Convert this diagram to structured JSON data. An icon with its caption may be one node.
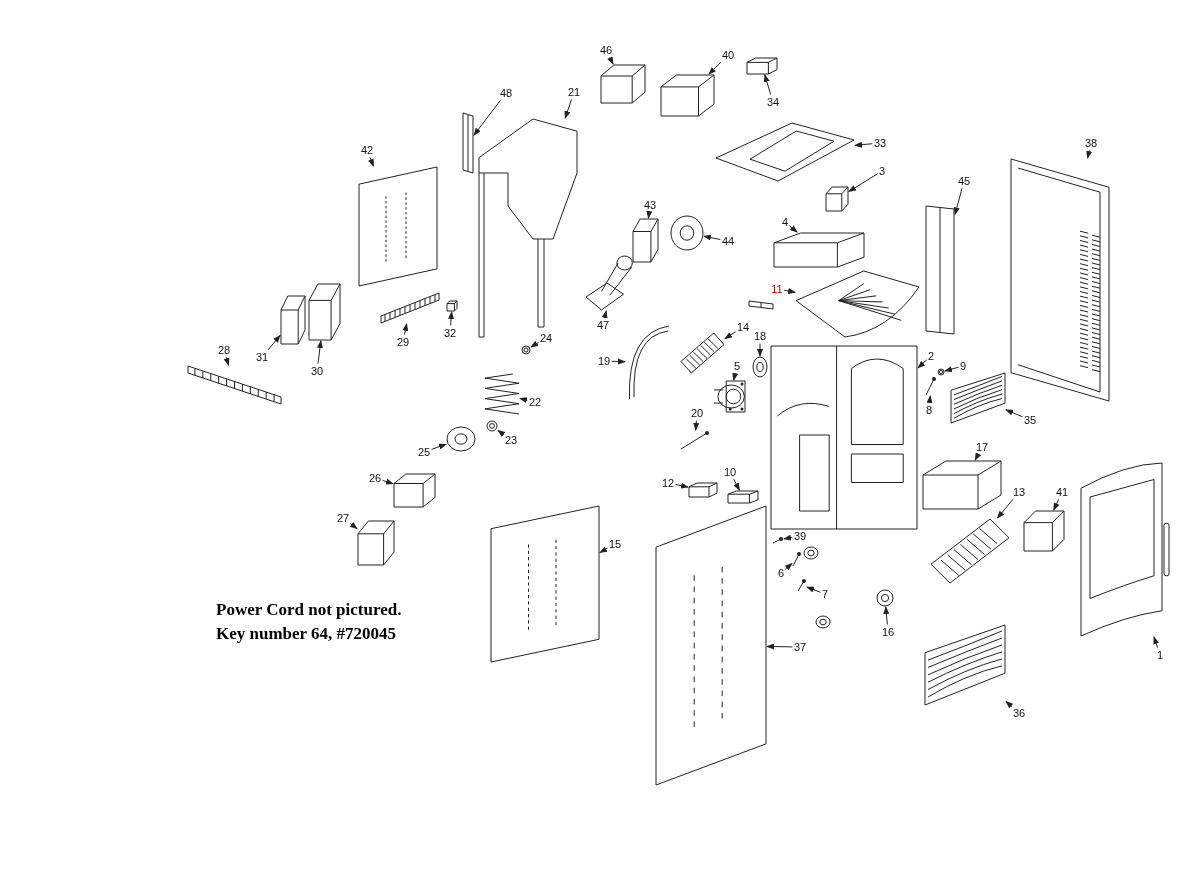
{
  "diagram": {
    "nodes": [
      {
        "text": [
          "46"
        ]
      },
      {
        "text": [],
        "shape": "picture"
      },
      {
        "text": [
          "40"
        ]
      },
      {
        "text": [],
        "shape": "picture"
      },
      {
        "text": [
          "34"
        ]
      },
      {
        "text": [],
        "shape": "picture"
      },
      {
        "text": [
          "48"
        ]
      },
      {
        "text": [],
        "shape": "picture"
      },
      {
        "text": [
          "21"
        ]
      },
      {
        "text": [],
        "shape": "picture"
      },
      {
        "text": [
          "33"
        ]
      },
      {
        "text": [],
        "shape": "picture"
      },
      {
        "text": [
          "42"
        ]
      },
      {
        "text": [],
        "shape": "picture"
      },
      {
        "text": [
          "3"
        ]
      },
      {
        "text": [],
        "shape": "picture"
      },
      {
        "text": [
          "38"
        ]
      },
      {
        "text": [],
        "shape": "picture"
      },
      {
        "text": [
          "45"
        ]
      },
      {
        "text": [],
        "shape": "picture"
      },
      {
        "text": [
          "43"
        ]
      },
      {
        "text": [],
        "shape": "picture"
      },
      {
        "text": [
          "4"
        ]
      },
      {
        "text": [],
        "shape": "picture"
      },
      {
        "text": [
          "44"
        ]
      },
      {
        "text": [],
        "shape": "picture"
      },
      {
        "text": [
          "11"
        ]
      },
      {
        "text": [],
        "shape": "picture"
      },
      {
        "text": [
          "28"
        ]
      },
      {
        "text": [],
        "shape": "picture"
      },
      {
        "text": [
          "31"
        ]
      },
      {
        "text": [],
        "shape": "picture"
      },
      {
        "text": [
          "30"
        ]
      },
      {
        "text": [],
        "shape": "picture"
      },
      {
        "text": [
          "29"
        ]
      },
      {
        "text": [],
        "shape": "picture"
      },
      {
        "text": [
          "32"
        ]
      },
      {
        "text": [],
        "shape": "picture"
      },
      {
        "text": [
          "24"
        ]
      },
      {
        "text": [],
        "shape": "picture"
      },
      {
        "text": [
          "47"
        ]
      },
      {
        "text": [],
        "shape": "picture"
      },
      {
        "text": [
          "14"
        ]
      },
      {
        "text": [],
        "shape": "picture"
      },
      {
        "text": [
          "18"
        ]
      },
      {
        "text": [],
        "shape": "picture"
      },
      {
        "text": [
          "2"
        ]
      },
      {
        "text": [],
        "shape": "picture"
      },
      {
        "text": [
          "19"
        ]
      },
      {
        "text": [],
        "shape": "picture"
      },
      {
        "text": [
          "9"
        ]
      },
      {
        "text": [],
        "shape": "picture"
      },
      {
        "text": [
          "5"
        ]
      },
      {
        "text": [],
        "shape": "picture"
      },
      {
        "text": [
          "22"
        ]
      },
      {
        "text": [],
        "shape": "picture"
      },
      {
        "text": [
          "8"
        ]
      },
      {
        "text": [],
        "shape": "picture"
      },
      {
        "text": [
          "35"
        ]
      },
      {
        "text": [],
        "shape": "picture"
      },
      {
        "text": [
          "20"
        ]
      },
      {
        "text": [],
        "shape": "picture"
      },
      {
        "text": [
          "23"
        ]
      },
      {
        "text": [],
        "shape": "picture"
      },
      {
        "text": [
          "25"
        ]
      },
      {
        "text": [],
        "shape": "picture"
      },
      {
        "text": [
          "17"
        ]
      },
      {
        "text": [],
        "shape": "picture"
      },
      {
        "text": [
          "26"
        ]
      },
      {
        "text": [],
        "shape": "picture"
      },
      {
        "text": [
          "12"
        ]
      },
      {
        "text": [],
        "shape": "picture"
      },
      {
        "text": [
          "10"
        ]
      },
      {
        "text": [],
        "shape": "picture"
      },
      {
        "text": [
          "13"
        ]
      },
      {
        "text": [],
        "shape": "picture"
      },
      {
        "text": [
          "41"
        ]
      },
      {
        "text": [],
        "shape": "picture"
      },
      {
        "text": [
          "39"
        ]
      },
      {
        "text": [],
        "shape": "picture"
      },
      {
        "text": [
          "27"
        ]
      },
      {
        "text": [],
        "shape": "picture"
      },
      {
        "text": [
          "6"
        ]
      },
      {
        "text": [],
        "shape": "picture"
      },
      {
        "text": [
          "15"
        ]
      },
      {
        "text": [],
        "shape": "picture"
      },
      {
        "text": [
          "7"
        ]
      },
      {
        "text": [],
        "shape": "picture"
      },
      {
        "text": [
          "16"
        ]
      },
      {
        "text": [],
        "shape": "picture"
      },
      {
        "text": [
          "37"
        ]
      },
      {
        "text": [],
        "shape": "picture"
      },
      {
        "text": [
          "1"
        ]
      },
      {
        "text": [],
        "shape": "picture"
      },
      {
        "text": [
          "36"
        ]
      },
      {
        "text": [],
        "shape": "picture"
      }
    ],
    "edges": [
      {
        "from": 0,
        "to": 1,
        "arrow": "to"
      },
      {
        "from": 2,
        "to": 3,
        "arrow": "to"
      },
      {
        "from": 4,
        "to": 5,
        "arrow": "to"
      },
      {
        "from": 6,
        "to": 7,
        "arrow": "to"
      },
      {
        "from": 8,
        "to": 9,
        "arrow": "to"
      },
      {
        "from": 10,
        "to": 11,
        "arrow": "to"
      },
      {
        "from": 12,
        "to": 13,
        "arrow": "to"
      },
      {
        "from": 14,
        "to": 15,
        "arrow": "to"
      },
      {
        "from": 16,
        "to": 17,
        "arrow": "to"
      },
      {
        "from": 18,
        "to": 19,
        "arrow": "to"
      },
      {
        "from": 20,
        "to": 21,
        "arrow": "to"
      },
      {
        "from": 22,
        "to": 23,
        "arrow": "to"
      },
      {
        "from": 24,
        "to": 25,
        "arrow": "to"
      },
      {
        "from": 26,
        "to": 27,
        "arrow": "to"
      },
      {
        "from": 28,
        "to": 29,
        "arrow": "to"
      },
      {
        "from": 30,
        "to": 31,
        "arrow": "to"
      },
      {
        "from": 32,
        "to": 33,
        "arrow": "to"
      },
      {
        "from": 34,
        "to": 35,
        "arrow": "to"
      },
      {
        "from": 36,
        "to": 37,
        "arrow": "to"
      },
      {
        "from": 38,
        "to": 39,
        "arrow": "to"
      },
      {
        "from": 40,
        "to": 41,
        "arrow": "to"
      },
      {
        "from": 42,
        "to": 43,
        "arrow": "to"
      },
      {
        "from": 44,
        "to": 45,
        "arrow": "to"
      },
      {
        "from": 46,
        "to": 47,
        "arrow": "to"
      },
      {
        "from": 48,
        "to": 49,
        "arrow": "to"
      },
      {
        "from": 50,
        "to": 51,
        "arrow": "to"
      },
      {
        "from": 52,
        "to": 53,
        "arrow": "to"
      },
      {
        "from": 54,
        "to": 55,
        "arrow": "to"
      },
      {
        "from": 56,
        "to": 57,
        "arrow": "to"
      },
      {
        "from": 58,
        "to": 59,
        "arrow": "to"
      },
      {
        "from": 60,
        "to": 61,
        "arrow": "to"
      },
      {
        "from": 62,
        "to": 63,
        "arrow": "to"
      },
      {
        "from": 64,
        "to": 65,
        "arrow": "to"
      },
      {
        "from": 66,
        "to": 67,
        "arrow": "to"
      },
      {
        "from": 68,
        "to": 69,
        "arrow": "to"
      },
      {
        "from": 70,
        "to": 71,
        "arrow": "to"
      },
      {
        "from": 72,
        "to": 73,
        "arrow": "to"
      },
      {
        "from": 74,
        "to": 75,
        "arrow": "to"
      },
      {
        "from": 76,
        "to": 77,
        "arrow": "to"
      },
      {
        "from": 78,
        "to": 79,
        "arrow": "to"
      },
      {
        "from": 80,
        "to": 81,
        "arrow": "to"
      },
      {
        "from": 82,
        "to": 83,
        "arrow": "to"
      },
      {
        "from": 84,
        "to": 85,
        "arrow": "to"
      },
      {
        "from": 86,
        "to": 87,
        "arrow": "to"
      },
      {
        "from": 88,
        "to": 89,
        "arrow": "to"
      },
      {
        "from": 90,
        "to": 91,
        "arrow": "to"
      },
      {
        "from": 92,
        "to": 93,
        "arrow": "to"
      },
      {
        "from": 94,
        "to": 95,
        "arrow": "to"
      }
    ],
    "labels": [
      "Power Cord not pictured.",
      "Key number 64, #720045"
    ]
  }
}
